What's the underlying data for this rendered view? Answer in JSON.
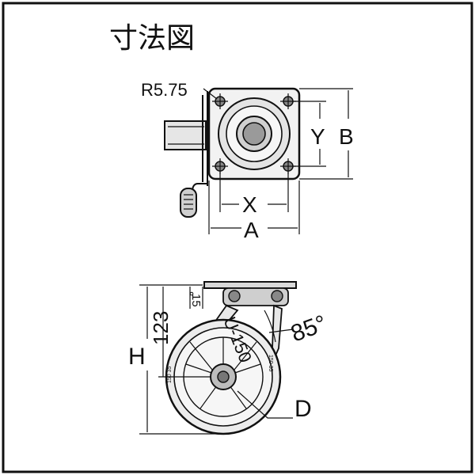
{
  "title": "寸法図",
  "top_view": {
    "radius_label": "R5.75",
    "dim_x": "X",
    "dim_a": "A",
    "dim_y": "Y",
    "dim_b": "B"
  },
  "side_view": {
    "dim_h": "H",
    "dim_123": "123",
    "dim_15": "15",
    "wheel_text": "U-150",
    "angle_label": "85°",
    "dim_d": "D",
    "tire_mark": "150 35"
  }
}
